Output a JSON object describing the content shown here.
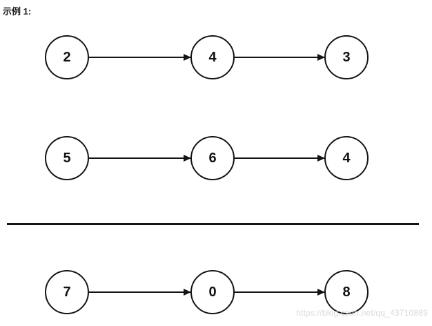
{
  "label": "示例 1:",
  "lists": [
    {
      "name": "list-l1",
      "nodes": [
        "2",
        "4",
        "3"
      ]
    },
    {
      "name": "list-l2",
      "nodes": [
        "5",
        "6",
        "4"
      ]
    },
    {
      "name": "list-result",
      "nodes": [
        "7",
        "0",
        "8"
      ]
    }
  ],
  "watermark": "https://blog.csdn.net/qq_43710889",
  "colors": {
    "stroke": "#141414",
    "background": "#ffffff",
    "watermark": "#d9d9d9"
  }
}
